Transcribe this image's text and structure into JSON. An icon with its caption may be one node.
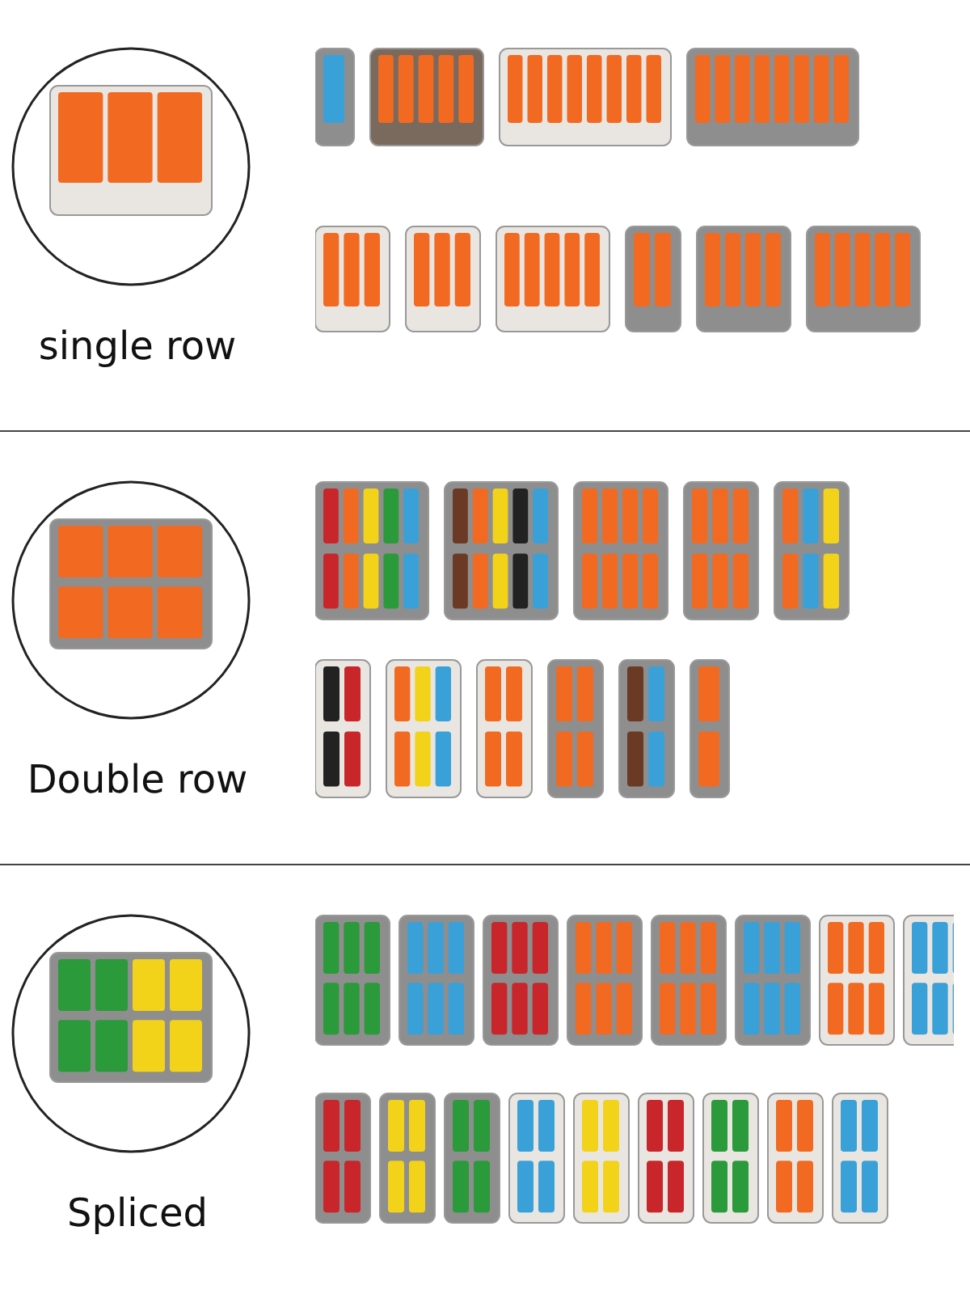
{
  "diagram": {
    "labels": [
      "single row",
      "Double row",
      "Spliced"
    ]
  }
}
